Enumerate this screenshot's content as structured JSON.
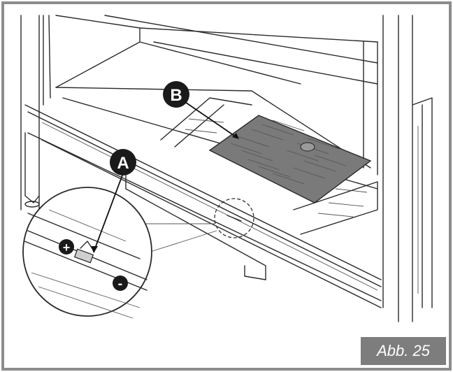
{
  "callouts": {
    "a_label": "A",
    "b_label": "B",
    "plus_label": "+",
    "minus_label": "-"
  },
  "figure_label": "Abb. 25",
  "colors": {
    "frame": "#8c8c8c",
    "line": "#2a2a2a",
    "plate": "#7a7a7a",
    "callout": "#1a1a1a",
    "label_bg": "#7d7d7d"
  }
}
